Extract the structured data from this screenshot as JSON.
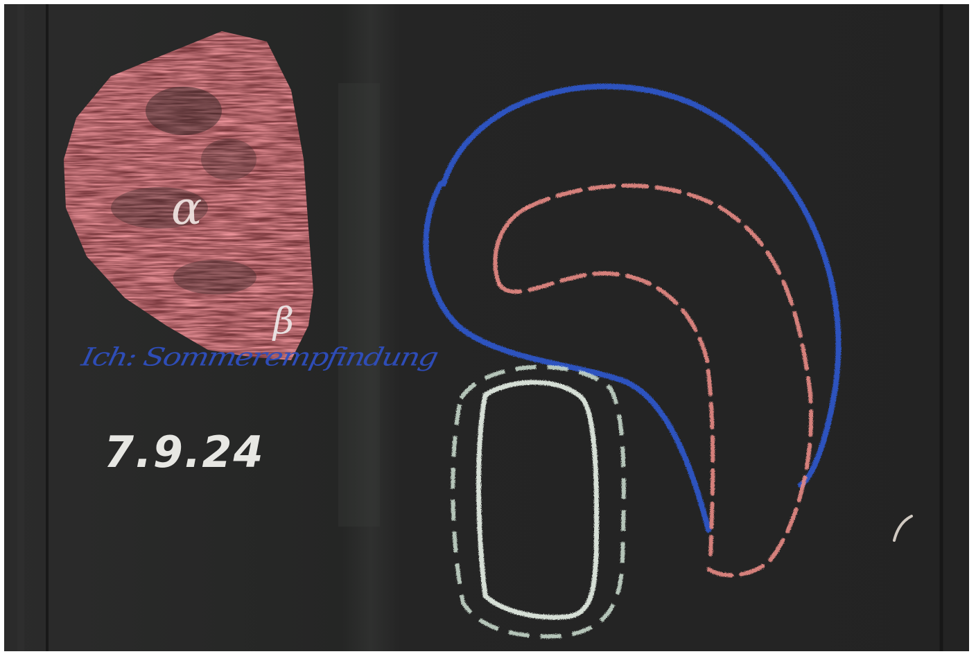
{
  "image": {
    "alpha_symbol": "α",
    "beta_symbol": "β",
    "caption": "Ich: Sommerempfindung",
    "date": "7.9.24"
  },
  "colors": {
    "board": "#262626",
    "board_edge": "#3a3a3a",
    "red_chalk": "#e8545c",
    "blue_chalk": "#2e57c8",
    "pink_chalk": "#e98a85",
    "white_chalk": "#dfe9df"
  }
}
